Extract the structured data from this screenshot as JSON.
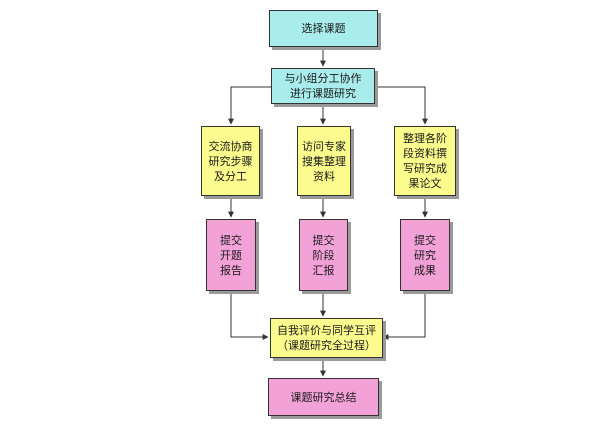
{
  "colors": {
    "cyan_fill": "#a9ecec",
    "yellow_fill": "#fbfb8e",
    "pink_fill": "#f3a2d8",
    "line": "#333333"
  },
  "nodes": {
    "select_topic": "选择课题",
    "group_research": "与小组分工协作\n进行课题研究",
    "negotiate": "交流协商\n研究步骤\n及分工",
    "interview": "访问专家\n搜集整理\n资料",
    "organize": "整理各阶\n段资料撰\n写研究成\n果论文",
    "submit_opening": "提交\n开题\n报告",
    "submit_stage": "提交\n阶段\n汇报",
    "submit_results": "提交\n研究\n成果",
    "evaluation": "自我评价与同学互评\n（课题研究全过程）",
    "summary": "课题研究总结"
  }
}
